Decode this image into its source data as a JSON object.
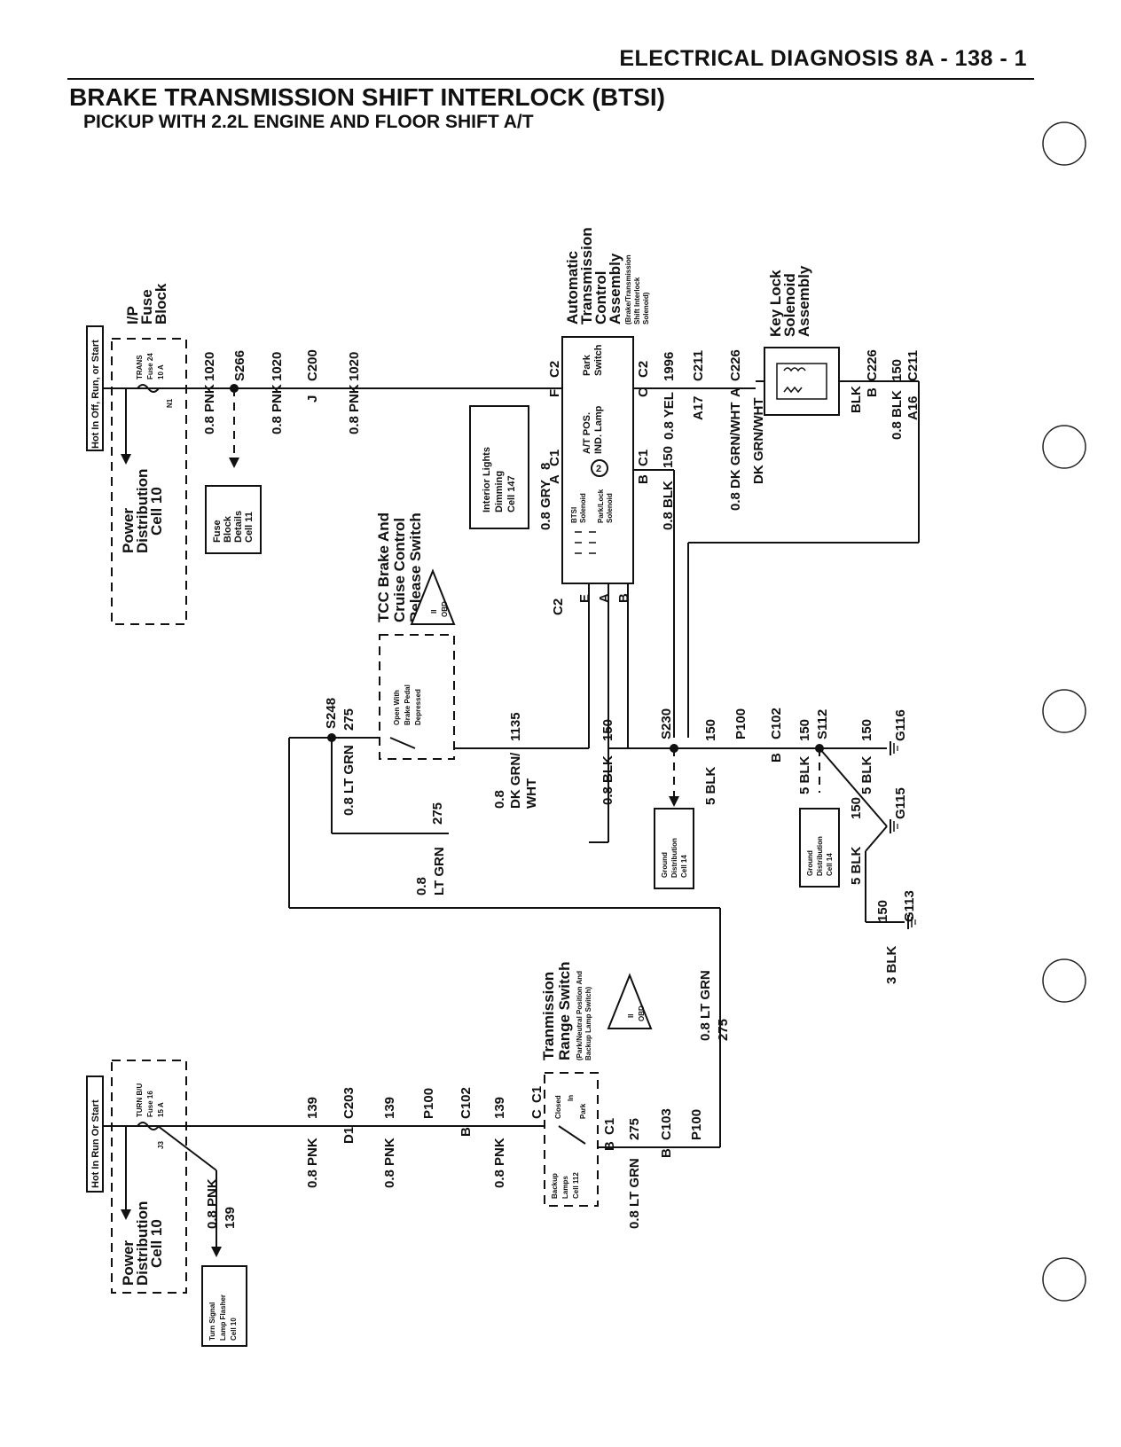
{
  "header": {
    "section": "ELECTRICAL DIAGNOSIS 8A - 138 - 1",
    "title": "BRAKE TRANSMISSION SHIFT INTERLOCK (BTSI)",
    "subtitle": "PICKUP WITH 2.2L ENGINE AND FLOOR SHIFT A/T"
  },
  "fuse_block_top": {
    "hot_label": "Hot In Off, Run, or Start",
    "block_name": [
      "I/P",
      "Fuse",
      "Block"
    ],
    "fuse_name": "TRANS",
    "fuse_num": "Fuse 24",
    "fuse_amp": "10 A",
    "terminal": "N1",
    "power_dist": [
      "Power",
      "Distribution",
      "Cell 10"
    ],
    "details_box": [
      "Fuse",
      "Block",
      "Details",
      "Cell 11"
    ]
  },
  "fuse_block_bottom": {
    "hot_label": "Hot In Run Or Start",
    "fuse_name": "TURN B/U",
    "fuse_num": "Fuse 16",
    "fuse_amp": "15 A",
    "terminal": "J3",
    "power_dist": [
      "Power",
      "Distribution",
      "Cell 10"
    ],
    "flasher_box": [
      "Turn Signal",
      "Lamp Flasher",
      "Cell 10"
    ]
  },
  "labels": {
    "w1_pnk": "0.8 PNK",
    "w1_num": "1020",
    "s266": "S266",
    "c200": "C200",
    "c200_pin": "J",
    "interior_box": [
      "Interior Lights",
      "Dimming",
      "Cell 147"
    ],
    "gry": "0.8 GRY",
    "gry_num": "8",
    "atca_name": [
      "Automatic",
      "Transmission",
      "Control",
      "Assembly"
    ],
    "atca_sub": [
      "(Brake/Transmission",
      "Shift Interlock",
      "Solenoid)"
    ],
    "park_switch": [
      "Park",
      "Switch"
    ],
    "at_lamp": [
      "A/T POS.",
      "IND. Lamp"
    ],
    "btsi_sol": [
      "BTSI",
      "Solenoid"
    ],
    "parklock_sol": [
      "Park/Lock",
      "Solenoid"
    ],
    "pin_f": "F",
    "pin_c2": "C2",
    "pin_a": "A",
    "pin_c1": "C1",
    "pin_b": "B",
    "pin_c": "C",
    "pin_e": "E",
    "blk150": "0.8 BLK",
    "num150": "150",
    "yel": "0.8 YEL",
    "num1996": "1996",
    "a17": "A17",
    "c211": "C211",
    "a16": "A16",
    "c226": "C226",
    "dkgrnwht": "0.8 DK GRN/WHT",
    "dkgrnwht2": "DK GRN/WHT",
    "keylock": [
      "Key Lock",
      "Solenoid",
      "Assembly"
    ],
    "blk": "BLK",
    "tcc": [
      "TCC Brake And",
      "Cruise Control",
      "Release Switch"
    ],
    "tcc_state": [
      "Open With",
      "Brake Pedal",
      "Depressed"
    ],
    "s248": "S248",
    "num275": "275",
    "ltgrn": "0.8 LT GRN",
    "ltgrn_split": [
      "0.8",
      "LT GRN"
    ],
    "dkgrn_split": [
      "0.8",
      "DK GRN/",
      "WHT"
    ],
    "num1135": "1135",
    "s230": "S230",
    "p100": "P100",
    "c102": "C102",
    "s112": "S112",
    "g116": "G116",
    "g115": "G115",
    "g113": "G113",
    "blk5": "5 BLK",
    "blk3": "3 BLK",
    "ground_box": [
      "Ground",
      "Distribution",
      "Cell 14"
    ],
    "trs": [
      "Tranmission",
      "Range Switch"
    ],
    "trs_sub": [
      "(Park/Neutral Position And",
      "Backup Lamp Switch)"
    ],
    "closed_park": [
      "Closed",
      "In",
      "Park"
    ],
    "backup_box": [
      "Backup",
      "Lamps",
      "Cell 112"
    ],
    "pnk139": "0.8 PNK",
    "num139": "139",
    "c203": "C203",
    "d1": "D1",
    "c103": "C103",
    "obd": [
      "II",
      "OBD"
    ]
  }
}
